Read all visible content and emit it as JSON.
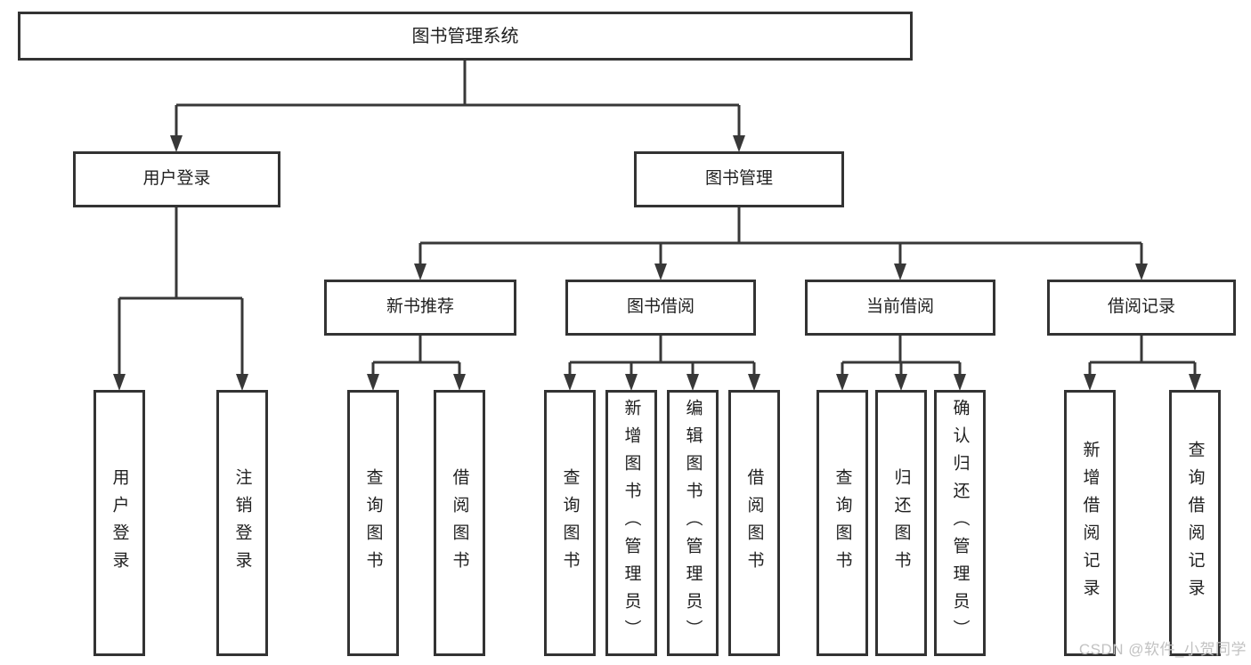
{
  "tree": {
    "root": {
      "label": "图书管理系统"
    },
    "children": [
      {
        "label": "用户登录",
        "children": [
          {
            "label": "用户登录"
          },
          {
            "label": "注销登录"
          }
        ]
      },
      {
        "label": "图书管理",
        "children": [
          {
            "label": "新书推荐",
            "children": [
              {
                "label": "查询图书"
              },
              {
                "label": "借阅图书"
              }
            ]
          },
          {
            "label": "图书借阅",
            "children": [
              {
                "label": "查询图书"
              },
              {
                "label": "新增图书（管理员）"
              },
              {
                "label": "编辑图书（管理员）"
              },
              {
                "label": "借阅图书"
              }
            ]
          },
          {
            "label": "当前借阅",
            "children": [
              {
                "label": "查询图书"
              },
              {
                "label": "归还图书"
              },
              {
                "label": "确认归还（管理员）"
              }
            ]
          },
          {
            "label": "借阅记录",
            "children": [
              {
                "label": "新增借阅记录"
              },
              {
                "label": "查询借阅记录"
              }
            ]
          }
        ]
      }
    ]
  },
  "watermark": {
    "text": "CSDN @软件_小贺同学",
    "color": "#c2c2c2"
  },
  "style": {
    "line_color": "#383838",
    "box_border_color": "#333333",
    "text_color": "#1f1f1f",
    "background": "#ffffff"
  }
}
